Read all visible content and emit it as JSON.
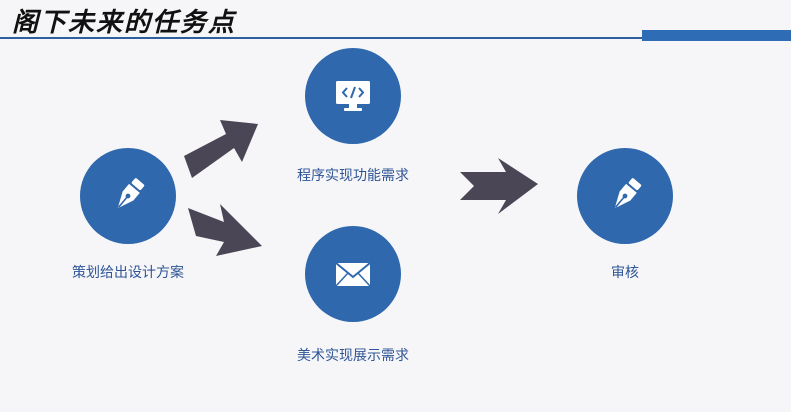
{
  "slide": {
    "title": "阁下未来的任务点"
  },
  "nodes": {
    "planning": {
      "label": "策划给出设计方案",
      "icon": "pen-nib-icon"
    },
    "programming": {
      "label": "程序实现功能需求",
      "icon": "code-monitor-icon"
    },
    "art": {
      "label": "美术实现展示需求",
      "icon": "envelope-icon"
    },
    "review": {
      "label": "审核",
      "icon": "pen-nib-icon"
    }
  },
  "colors": {
    "circle": "#2f68ad",
    "arrow": "#4a4655",
    "label": "#2f5597",
    "accent": "#2e6cb5"
  }
}
